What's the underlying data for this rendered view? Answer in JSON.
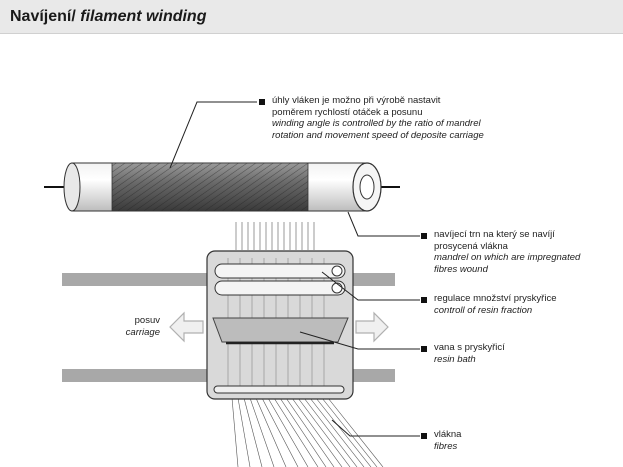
{
  "title": {
    "cz": "Navíjení/",
    "en": " filament winding"
  },
  "labels": {
    "winding_angle": {
      "cz1": "úhly vláken je možno při výrobě nastavit",
      "cz2": "poměrem rychlostí otáček a posunu",
      "en1": "winding angle is controlled by the ratio of mandrel",
      "en2": "rotation and movement speed of deposite carriage"
    },
    "mandrel": {
      "cz1": "navíjecí trn na který se navíjí",
      "cz2": "prosycená vlákna",
      "en1": "mandrel on which are impregnated",
      "en2": "fibres wound"
    },
    "resin_control": {
      "cz": "regulace množství pryskyřice",
      "en": "controll of resin fraction"
    },
    "resin_bath": {
      "cz": "vana s pryskyřicí",
      "en": "resin bath"
    },
    "fibres": {
      "cz": "vlákna",
      "en": "fibres"
    },
    "carriage": {
      "cz": "posuv",
      "en": "carriage"
    }
  },
  "colors": {
    "header_bg": "#e9e9e9",
    "rail": "#a8a8a8",
    "unit": "#d9d9d9",
    "line": "#222222"
  }
}
